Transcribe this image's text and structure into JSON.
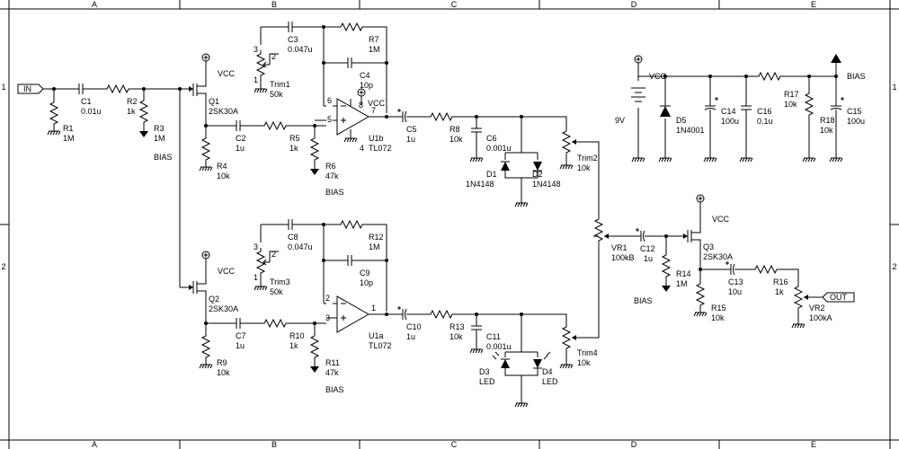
{
  "frame": {
    "columns": [
      "A",
      "B",
      "C",
      "D",
      "E"
    ],
    "rows": [
      "1",
      "2"
    ]
  },
  "ports": {
    "in": "IN",
    "out": "OUT"
  },
  "labels": {
    "vcc": "VCC",
    "bias": "BIAS",
    "battery": "9V",
    "pin_6": "6",
    "pin_5": "5",
    "pin_7": "7",
    "pin_8": "8",
    "pin_4": "4",
    "pin_2": "2",
    "pin_3": "3",
    "pin_1": "1",
    "trim_pin_1": "1",
    "trim_pin_2": "2",
    "trim_pin_3": "3"
  },
  "parts": {
    "r1": {
      "ref": "R1",
      "val": "1M"
    },
    "c1": {
      "ref": "C1",
      "val": "0.01u"
    },
    "r2": {
      "ref": "R2",
      "val": "1k"
    },
    "r3": {
      "ref": "R3",
      "val": "1M"
    },
    "q1": {
      "ref": "Q1",
      "val": "2SK30A"
    },
    "r4": {
      "ref": "R4",
      "val": "10k"
    },
    "c2": {
      "ref": "C2",
      "val": "1u"
    },
    "r5": {
      "ref": "R5",
      "val": "1k"
    },
    "r6": {
      "ref": "R6",
      "val": "47k"
    },
    "c3": {
      "ref": "C3",
      "val": "0.047u"
    },
    "r7": {
      "ref": "R7",
      "val": "1M"
    },
    "trim1": {
      "ref": "Trim1",
      "val": "50k"
    },
    "c4": {
      "ref": "C4",
      "val": "10p"
    },
    "u1b": {
      "ref": "U1b",
      "val": "TL072"
    },
    "c5": {
      "ref": "C5",
      "val": "1u"
    },
    "r8": {
      "ref": "R8",
      "val": "10k"
    },
    "c6": {
      "ref": "C6",
      "val": "0.001u"
    },
    "d1": {
      "ref": "D1",
      "val": "1N4148"
    },
    "d2": {
      "ref": "D2",
      "val": "1N4148"
    },
    "trim2": {
      "ref": "Trim2",
      "val": "10k"
    },
    "d5": {
      "ref": "D5",
      "val": "1N4001"
    },
    "c14": {
      "ref": "C14",
      "val": "100u"
    },
    "c16": {
      "ref": "C16",
      "val": "0.1u"
    },
    "r17": {
      "ref": "R17",
      "val": "10k"
    },
    "r18": {
      "ref": "R18",
      "val": "10k"
    },
    "c15": {
      "ref": "C15",
      "val": "100u"
    },
    "q2": {
      "ref": "Q2",
      "val": "2SK30A"
    },
    "r9": {
      "ref": "R9",
      "val": "10k"
    },
    "c7": {
      "ref": "C7",
      "val": "1u"
    },
    "r10": {
      "ref": "R10",
      "val": "1k"
    },
    "r11": {
      "ref": "R11",
      "val": "47k"
    },
    "c8": {
      "ref": "C8",
      "val": "0.047u"
    },
    "r12": {
      "ref": "R12",
      "val": "1M"
    },
    "trim3": {
      "ref": "Trim3",
      "val": "50k"
    },
    "c9": {
      "ref": "C9",
      "val": "10p"
    },
    "u1a": {
      "ref": "U1a",
      "val": "TL072"
    },
    "c10": {
      "ref": "C10",
      "val": "1u"
    },
    "r13": {
      "ref": "R13",
      "val": "10k"
    },
    "c11": {
      "ref": "C11",
      "val": "0.001u"
    },
    "d3": {
      "ref": "D3",
      "val": "LED"
    },
    "d4": {
      "ref": "D4",
      "val": "LED"
    },
    "trim4": {
      "ref": "Trim4",
      "val": "10k"
    },
    "vr1": {
      "ref": "VR1",
      "val": "100kB"
    },
    "c12": {
      "ref": "C12",
      "val": "1u"
    },
    "r14": {
      "ref": "R14",
      "val": "1M"
    },
    "q3": {
      "ref": "Q3",
      "val": "2SK30A"
    },
    "r15": {
      "ref": "R15",
      "val": "10k"
    },
    "c13": {
      "ref": "C13",
      "val": "10u"
    },
    "r16": {
      "ref": "R16",
      "val": "1k"
    },
    "vr2": {
      "ref": "VR2",
      "val": "100kA"
    }
  }
}
